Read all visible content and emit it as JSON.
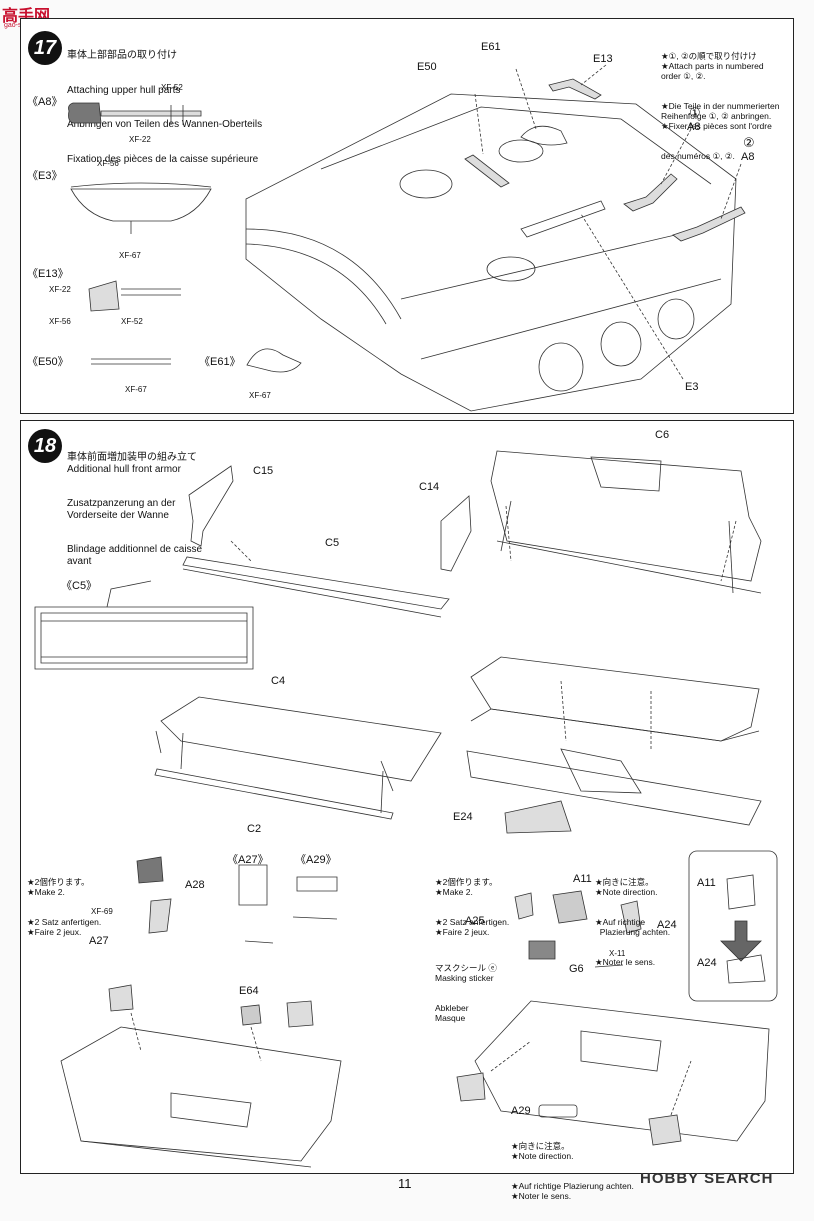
{
  "watermark": {
    "logo": "高手网",
    "sub": "gao-shou.com"
  },
  "step17": {
    "number": "17",
    "title_lines": [
      "車体上部部品の取り付け",
      "Attaching upper hull parts",
      "Anbringen von Teilen des Wannen-Oberteils",
      "Fixation des pièces de la caisse supérieure"
    ],
    "notes": [
      "★①, ②の順で取り付けけ",
      "★Attach parts in numbered",
      "order ①, ②.",
      "★Die Teile in der nummerierten",
      "Reihenfolge ①, ② anbringen.",
      "★Fixer les pièces sont l'ordre",
      "des numéros ①, ②."
    ],
    "sub_labels": {
      "a8": "《A8》",
      "e3": "《E3》",
      "e13": "《E13》",
      "e50": "《E50》",
      "e61": "《E61》"
    },
    "paints": {
      "a8_top": "XF-52",
      "a8_bottom": "XF-22",
      "e3_top": "XF-56",
      "e3_bottom": "XF-67",
      "e13_left": "XF-22",
      "e13_right": "XF-52",
      "e13_bottom": "XF-56",
      "e50": "XF-67",
      "e61": "XF-67"
    },
    "part_labels": {
      "e50": "E50",
      "e61": "E61",
      "e13": "E13",
      "a8_1": "A8",
      "a8_2": "A8",
      "e3": "E3",
      "num1": "①",
      "num2": "②"
    }
  },
  "step18": {
    "number": "18",
    "title_lines": [
      "車体前面増加装甲の組み立て",
      "Additional hull front armor",
      "Zusatzpanzerung an der",
      "Vorderseite der Wanne",
      "Blindage additionnel de caisse",
      "avant"
    ],
    "sub_labels": {
      "c5": "《C5》",
      "a27": "《A27》",
      "a29": "《A29》"
    },
    "part_labels": {
      "c15": "C15",
      "c14": "C14",
      "c5": "C5",
      "c6": "C6",
      "c4": "C4",
      "c2": "C2",
      "e24": "E24",
      "a28": "A28",
      "a27": "A27",
      "e64": "E64",
      "a11": "A11",
      "a25": "A25",
      "a24": "A24",
      "g6": "G6",
      "a11_b": "A11",
      "a24_b": "A24",
      "a29": "A29"
    },
    "paints": {
      "a28": "XF-69",
      "x11": "X-11"
    },
    "notes_make2_left": [
      "★2個作ります。",
      "★Make 2.",
      "★2 Satz anfertigen.",
      "★Faire 2 jeux."
    ],
    "notes_make2_right": [
      "★2個作ります。",
      "★Make 2.",
      "★2 Satz anfertigen.",
      "★Faire 2 jeux."
    ],
    "notes_direction_top": [
      "★向きに注意。",
      "★Note direction.",
      "★Auf richtige",
      "  Plazierung achten.",
      "★Noter le sens."
    ],
    "masking": [
      "マスクシール ⓔ",
      "Masking sticker",
      "Abkleber",
      "Masque"
    ],
    "notes_direction_bottom": [
      "★向きに注意。",
      "★Note direction.",
      "★Auf richtige Plazierung achten.",
      "★Noter le sens."
    ]
  },
  "footer": {
    "page_number": "11",
    "brand": "HOBBY SEARCH"
  }
}
